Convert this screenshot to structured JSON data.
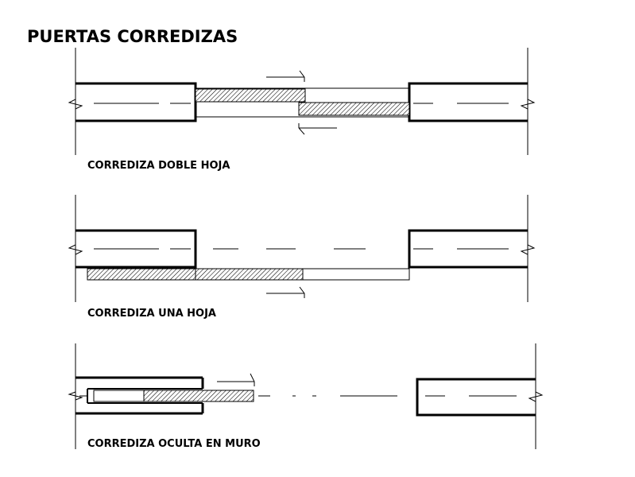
{
  "title": "PUERTAS  CORREDIZAS",
  "sections": [
    {
      "label": "CORREDIZA DOBLE HOJA"
    },
    {
      "label": "CORREDIZA UNA HOJA"
    },
    {
      "label": "CORREDIZA OCULTA EN MURO"
    }
  ]
}
